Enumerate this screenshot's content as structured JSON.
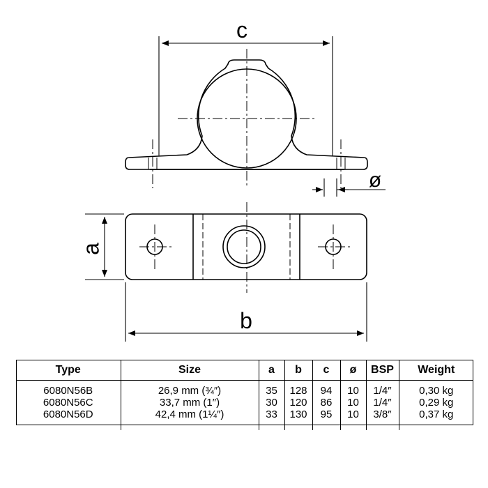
{
  "dimensions": {
    "a": "a",
    "b": "b",
    "c": "c",
    "diameter": "ø"
  },
  "table": {
    "headers": [
      "Type",
      "Size",
      "a",
      "b",
      "c",
      "ø",
      "BSP",
      "Weight"
    ],
    "rows": [
      [
        "6080N56B",
        "26,9 mm (¾″)",
        "35",
        "128",
        "94",
        "10",
        "1/4″",
        "0,30 kg"
      ],
      [
        "6080N56C",
        "33,7 mm (1″)",
        "30",
        "120",
        "86",
        "10",
        "1/4″",
        "0,29 kg"
      ],
      [
        "6080N56D",
        "42,4 mm (1¼″)",
        "33",
        "130",
        "95",
        "10",
        "3/8″",
        "0,37 kg"
      ]
    ]
  }
}
